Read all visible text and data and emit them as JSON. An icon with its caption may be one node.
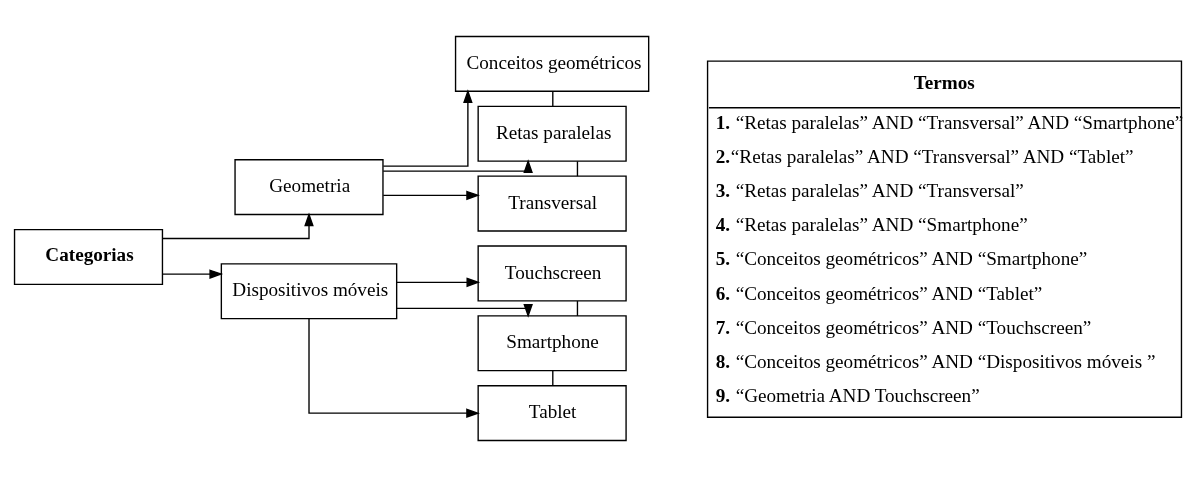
{
  "diagram": {
    "nodes": [
      {
        "text": [
          "Categorias"
        ]
      },
      {
        "text": [
          "Geometria"
        ]
      },
      {
        "text": [
          "Conceitos geométricos"
        ]
      },
      {
        "text": [
          "Retas paralelas"
        ]
      },
      {
        "text": [
          "Transversal"
        ]
      },
      {
        "text": [
          "Dispositivos móveis"
        ]
      },
      {
        "text": [
          "Touchscreen"
        ]
      },
      {
        "text": [
          "Smartphone"
        ]
      },
      {
        "text": [
          "Tablet"
        ]
      },
      {
        "text": [
          "Termos",
          "**1.** “Retas paralelas” AND “Transversal” AND “Smartphone”",
          "**2.**“Retas paralelas” AND “Transversal” AND “Tablet”",
          "**3.** “Retas paralelas” AND “Transversal”",
          "**4.** “Retas paralelas” AND “Smartphone”",
          "**5.** “Conceitos geométricos” AND “Smartphone”",
          "**6.** “Conceitos geométricos” AND “Tablet”",
          "**7.** “Conceitos geométricos” AND “Touchscreen”",
          "**8.** “Conceitos geométricos” AND “Dispositivos móveis ”",
          "**9.** “Geometria AND Touchscreen”"
        ]
      }
    ],
    "edges": [
      {
        "from": 0,
        "to": 1,
        "arrow": "to"
      },
      {
        "from": 0,
        "to": 5,
        "arrow": "to"
      },
      {
        "from": 1,
        "to": 2,
        "arrow": "to"
      },
      {
        "from": 1,
        "to": 3,
        "arrow": "to"
      },
      {
        "from": 1,
        "to": 4,
        "arrow": "to"
      },
      {
        "from": 5,
        "to": 6,
        "arrow": "to"
      },
      {
        "from": 5,
        "to": 7,
        "arrow": "to"
      },
      {
        "from": 5,
        "to": 8,
        "arrow": "to"
      },
      {
        "from": 2,
        "to": 3,
        "arrow": "none"
      },
      {
        "from": 3,
        "to": 4,
        "arrow": "none"
      },
      {
        "from": 6,
        "to": 7,
        "arrow": "none"
      },
      {
        "from": 7,
        "to": 8,
        "arrow": "none"
      }
    ]
  }
}
